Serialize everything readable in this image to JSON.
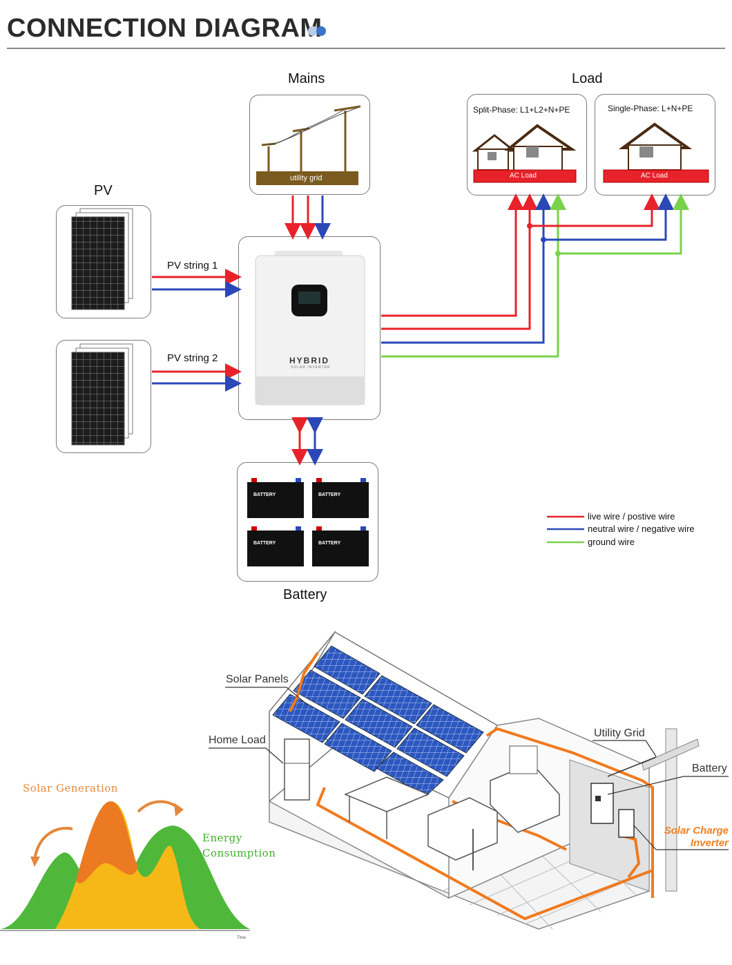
{
  "header": {
    "title": "CONNECTION DIAGRAM"
  },
  "sections": {
    "mains": "Mains",
    "load": "Load",
    "pv": "PV",
    "battery": "Battery"
  },
  "mains_box": {
    "banner": "utility grid"
  },
  "load_boxes": [
    {
      "title": "Split-Phase:  L1+L2+N+PE",
      "banner": "AC Load"
    },
    {
      "title": "Single-Phase:  L+N+PE",
      "banner": "AC Load"
    }
  ],
  "pv_strings": [
    "PV string 1",
    "PV string 2"
  ],
  "inverter": {
    "brand": "HYBRID",
    "subtitle": "SOLAR INVERTER"
  },
  "batteries": [
    "BATTERY",
    "BATTERY",
    "BATTERY",
    "BATTERY"
  ],
  "legend": [
    {
      "label": "live wire / postive wire",
      "color": "#e8222a"
    },
    {
      "label": "neutral wire / negative wire",
      "color": "#2b48b8"
    },
    {
      "label": "ground wire",
      "color": "#7ad24a"
    }
  ],
  "house_callouts": {
    "solar_panels": "Solar Panels",
    "home_load": "Home Load",
    "utility_grid": "Utility Grid",
    "battery": "Battery",
    "inverter_line1": "Solar Charge",
    "inverter_line2": "Inverter"
  },
  "energy_graph": {
    "generation": "Solar Generation",
    "consumption_line1": "Energy",
    "consumption_line2": "Consumption",
    "axis": "Time"
  },
  "colors": {
    "live": "#e8222a",
    "neutral": "#2b48b8",
    "ground": "#7ad24a",
    "orange": "#f07a1e",
    "solar_blue": "#2c57c0"
  }
}
